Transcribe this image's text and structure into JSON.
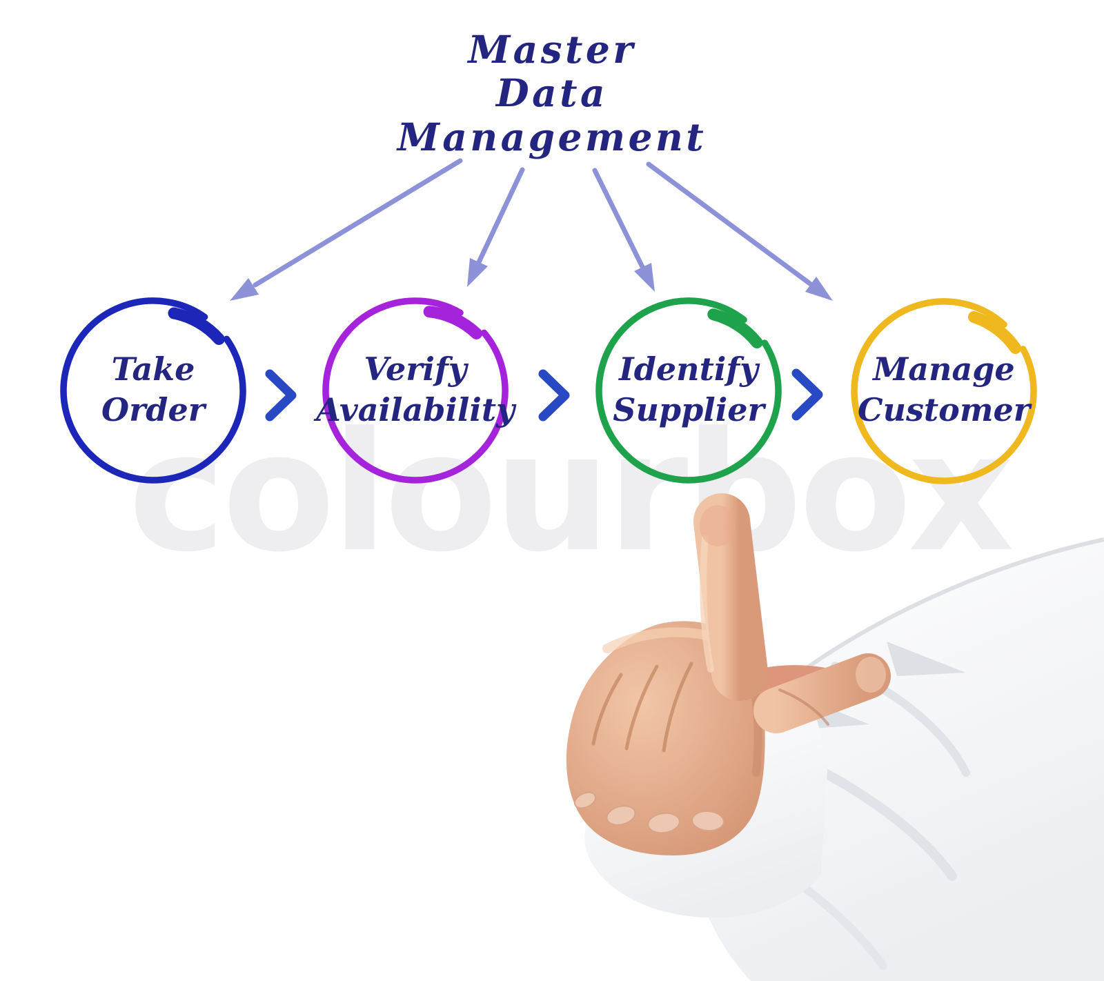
{
  "title": {
    "lines": [
      "Master",
      "Data",
      "Management"
    ],
    "color": "#232580"
  },
  "steps": [
    {
      "id": "take-order",
      "lines": [
        "Take",
        "Order"
      ],
      "color": "#1c27b9"
    },
    {
      "id": "verify-availability",
      "lines": [
        "Verify",
        "Availability"
      ],
      "color": "#a623dc"
    },
    {
      "id": "identify-supplier",
      "lines": [
        "Identify",
        "Supplier"
      ],
      "color": "#1fa24c"
    },
    {
      "id": "manage-customer",
      "lines": [
        "Manage",
        "Customer"
      ],
      "color": "#efb81e"
    }
  ],
  "connectors": {
    "chevron_color": "#2849c3",
    "arrow_color": "#8d92d8"
  },
  "watermark": {
    "text": "colourbox",
    "color": "#eeeef0"
  }
}
